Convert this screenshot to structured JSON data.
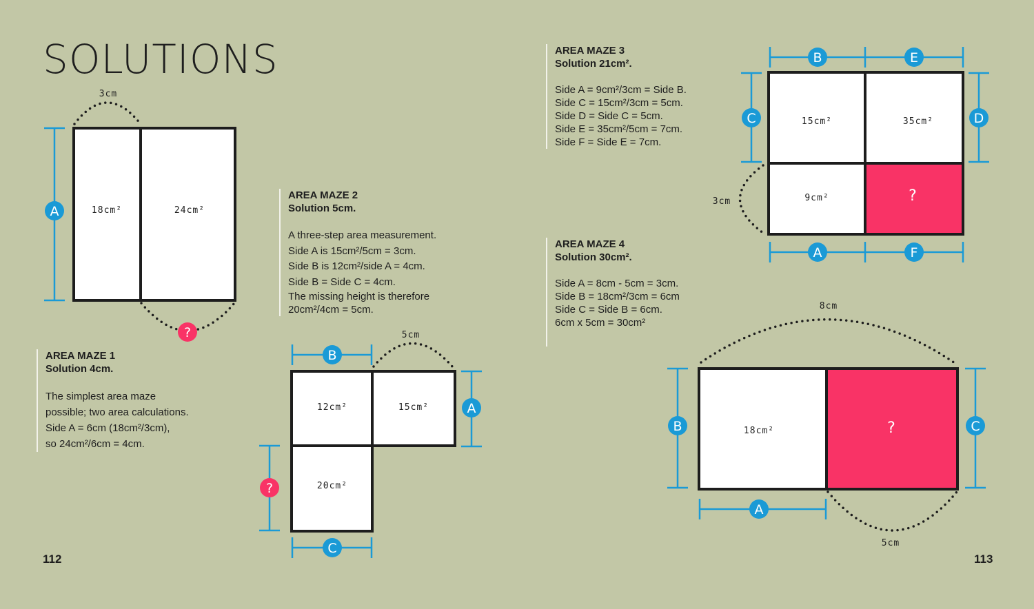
{
  "title": "SOLUTIONS",
  "page_left": "112",
  "page_right": "113",
  "colors": {
    "background": "#c2c7a6",
    "blue": "#1a9ad6",
    "pink": "#f93366"
  },
  "maze1": {
    "heading": "AREA MAZE 1",
    "solution": "Solution 4cm.",
    "lines": [
      "The simplest area maze",
      "possible; two area calculations.",
      "Side A = 6cm (18cm²/3cm),",
      "so 24cm²/6cm = 4cm."
    ],
    "cells": [
      "18cm²",
      "24cm²"
    ],
    "arc_top": "3cm",
    "side": "A",
    "unknown": "?"
  },
  "maze2": {
    "heading": "AREA MAZE 2",
    "solution": "Solution 5cm.",
    "lines": [
      "A three-step area measurement.",
      "Side A is 15cm²/5cm = 3cm.",
      "Side B is 12cm²/side A = 4cm.",
      "Side B = Side C = 4cm.",
      "The missing height is therefore",
      "20cm²/4cm = 5cm."
    ],
    "cells": [
      "12cm²",
      "15cm²",
      "20cm²"
    ],
    "arc_top": "5cm",
    "sides": [
      "B",
      "A",
      "C"
    ],
    "unknown": "?"
  },
  "maze3": {
    "heading": "AREA MAZE 3",
    "solution": "Solution 21cm².",
    "lines": [
      "Side A = 9cm²/3cm = Side B.",
      "Side C = 15cm²/3cm = 5cm.",
      "Side D = Side C = 5cm.",
      "Side E = 35cm²/5cm = 7cm.",
      "Side F = Side E = 7cm."
    ],
    "cells": [
      "15cm²",
      "35cm²",
      "9cm²",
      "?"
    ],
    "arc_left": "3cm",
    "sides": [
      "B",
      "E",
      "C",
      "D",
      "A",
      "F"
    ]
  },
  "maze4": {
    "heading": "AREA MAZE 4",
    "solution": "Solution 30cm².",
    "lines": [
      "Side A = 8cm - 5cm = 3cm.",
      "Side B = 18cm²/3cm = 6cm",
      "Side C = Side B = 6cm.",
      "6cm x 5cm = 30cm²"
    ],
    "cells": [
      "18cm²",
      "?"
    ],
    "arc_top": "8cm",
    "arc_bottom": "5cm",
    "sides": [
      "B",
      "C",
      "A"
    ]
  }
}
